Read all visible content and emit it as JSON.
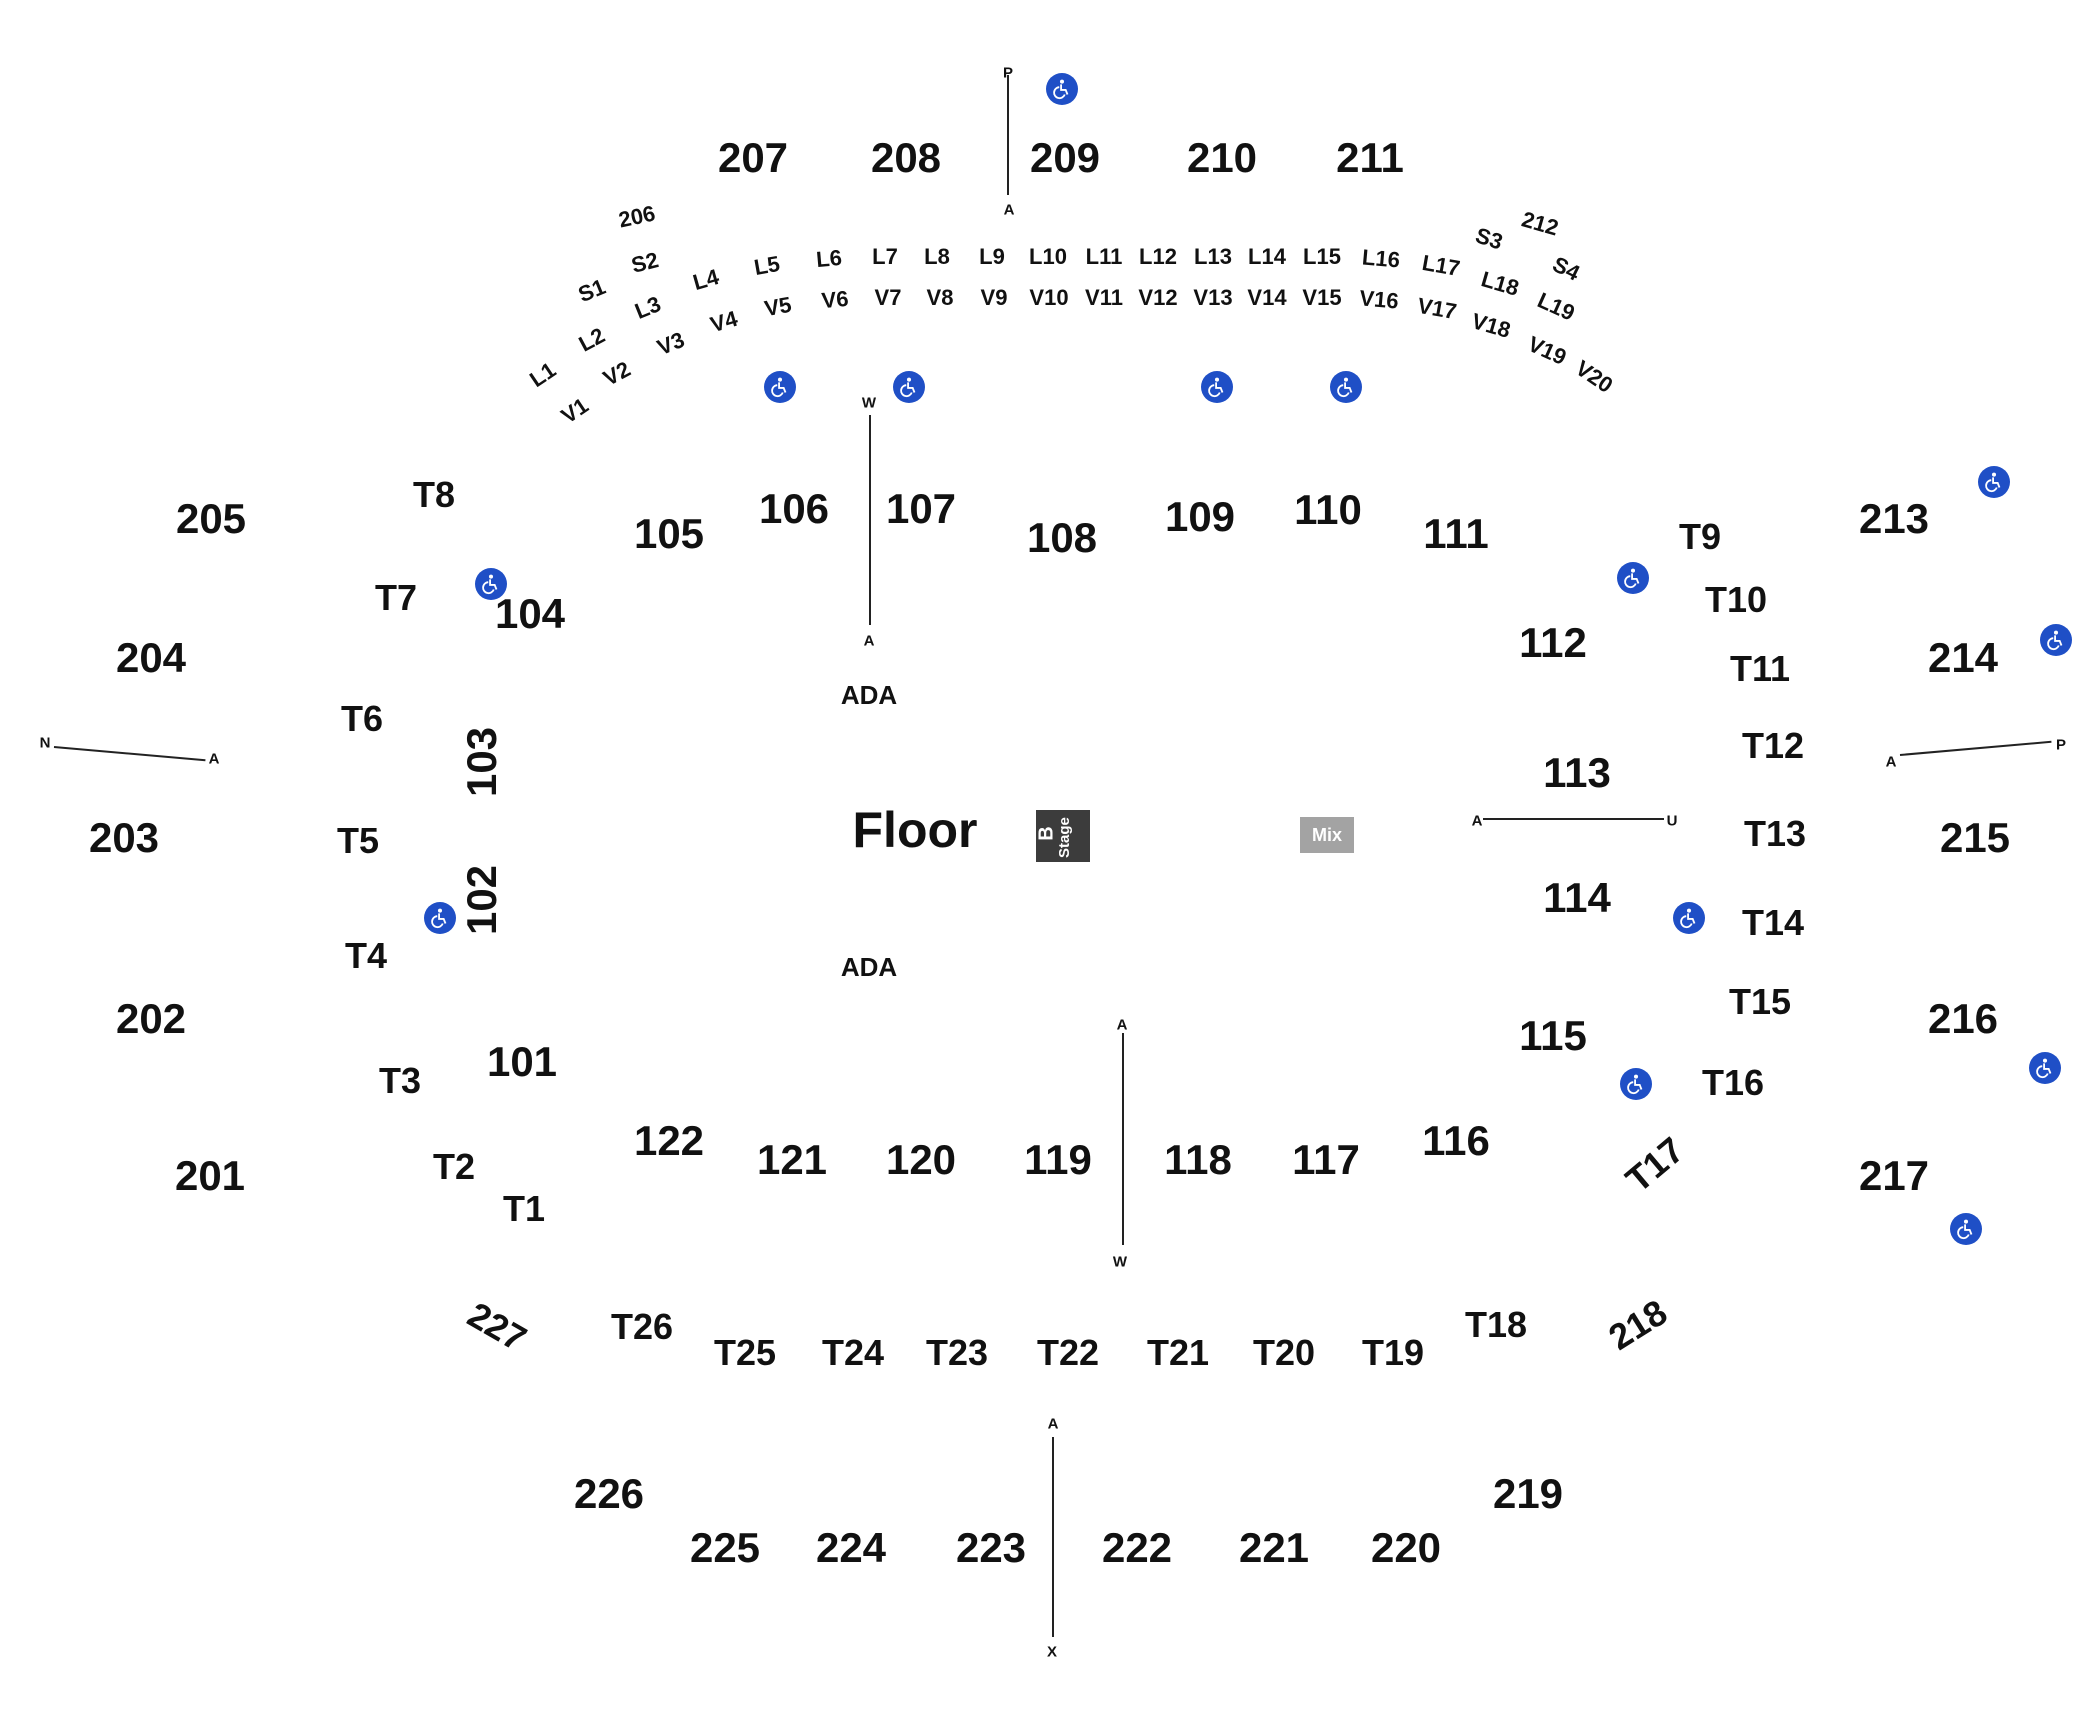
{
  "floor": {
    "label": "Floor",
    "stage_b": "B",
    "stage_text": "Stage",
    "mix": "Mix",
    "ada_top": "ADA",
    "ada_bottom": "ADA"
  },
  "sections_100": [
    "101",
    "102",
    "103",
    "104",
    "105",
    "106",
    "107",
    "108",
    "109",
    "110",
    "111",
    "112",
    "113",
    "114",
    "115",
    "116",
    "117",
    "118",
    "119",
    "120",
    "121",
    "122"
  ],
  "sections_200": [
    "201",
    "202",
    "203",
    "204",
    "205",
    "206",
    "207",
    "208",
    "209",
    "210",
    "211",
    "212",
    "213",
    "214",
    "215",
    "216",
    "217",
    "218",
    "219",
    "220",
    "221",
    "222",
    "223",
    "224",
    "225",
    "226",
    "227"
  ],
  "tables": [
    "T1",
    "T2",
    "T3",
    "T4",
    "T5",
    "T6",
    "T7",
    "T8",
    "T9",
    "T10",
    "T11",
    "T12",
    "T13",
    "T14",
    "T15",
    "T16",
    "T17",
    "T18",
    "T19",
    "T20",
    "T21",
    "T22",
    "T23",
    "T24",
    "T25",
    "T26"
  ],
  "boxes_s": [
    "S1",
    "S2",
    "S3",
    "S4"
  ],
  "boxes_l": [
    "L1",
    "L2",
    "L3",
    "L4",
    "L5",
    "L6",
    "L7",
    "L8",
    "L9",
    "L10",
    "L11",
    "L12",
    "L13",
    "L14",
    "L15",
    "L16",
    "L17",
    "L18",
    "L19"
  ],
  "boxes_v": [
    "V1",
    "V2",
    "V3",
    "V4",
    "V5",
    "V6",
    "V7",
    "V8",
    "V9",
    "V10",
    "V11",
    "V12",
    "V13",
    "V14",
    "V15",
    "V16",
    "V17",
    "V18",
    "V19",
    "V20"
  ],
  "aisles": {
    "top_p": "P",
    "top_a": "A",
    "w_top": "W",
    "w_a": "A",
    "left_n": "N",
    "left_a": "A",
    "right_a": "A",
    "right_p": "P",
    "mid_a": "A",
    "mid_u": "U",
    "bottom_w_a": "A",
    "bottom_w": "W",
    "bottom_a": "A",
    "bottom_x": "X"
  },
  "colors": {
    "accessible": "#1f4fc6",
    "stage": "#3c3c3c",
    "mix": "#a3a3a3"
  },
  "icon": "wheelchair-icon"
}
